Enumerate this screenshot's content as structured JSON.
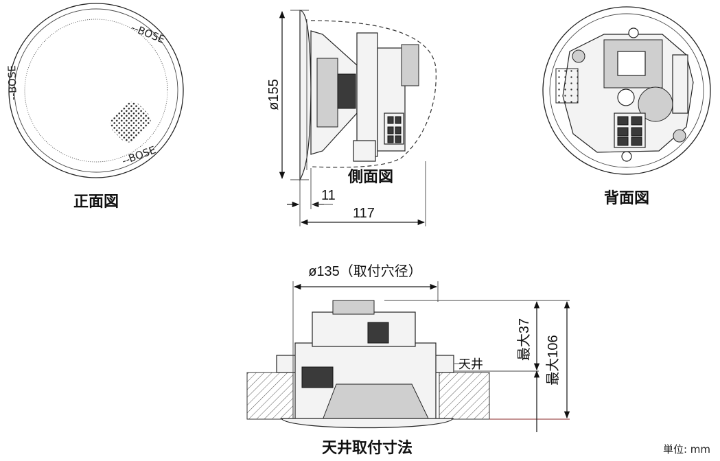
{
  "views": {
    "front": {
      "title": "正面図",
      "brand_mark": "--BOSE"
    },
    "side": {
      "title": "側面図",
      "dim_diameter": "ø155",
      "dim_flange": "11",
      "dim_depth": "117"
    },
    "back": {
      "title": "背面図"
    },
    "ceiling": {
      "title": "天井取付寸法",
      "dim_hole": "ø135（取付穴径）",
      "ceiling_label": "天井",
      "dim_above": "最大37",
      "dim_total": "最大106"
    }
  },
  "unit_label": "単位: mm"
}
